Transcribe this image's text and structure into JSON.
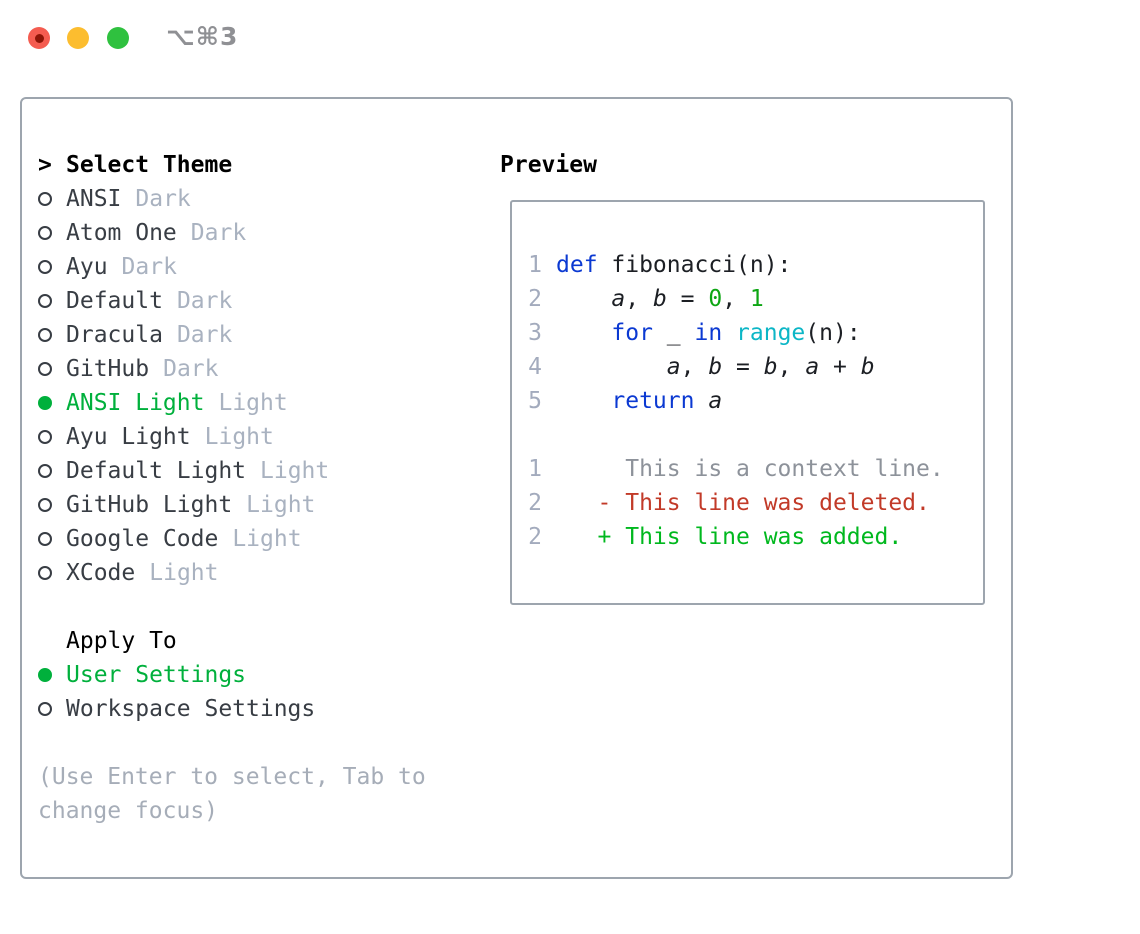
{
  "window": {
    "title": "⌥⌘3",
    "controls": [
      {
        "name": "close-button",
        "color": "#f45c50"
      },
      {
        "name": "minimize-button",
        "color": "#fcbd2f"
      },
      {
        "name": "maximize-button",
        "color": "#2fc13f"
      }
    ]
  },
  "theme_panel": {
    "header_prefix": ">",
    "header_label": "Select Theme",
    "themes": [
      {
        "label": "ANSI",
        "tag": "Dark",
        "selected": false
      },
      {
        "label": "Atom One",
        "tag": "Dark",
        "selected": false
      },
      {
        "label": "Ayu",
        "tag": "Dark",
        "selected": false
      },
      {
        "label": "Default",
        "tag": "Dark",
        "selected": false
      },
      {
        "label": "Dracula",
        "tag": "Dark",
        "selected": false
      },
      {
        "label": "GitHub",
        "tag": "Dark",
        "selected": false
      },
      {
        "label": "ANSI Light",
        "tag": "Light",
        "selected": true
      },
      {
        "label": "Ayu Light",
        "tag": "Light",
        "selected": false
      },
      {
        "label": "Default Light",
        "tag": "Light",
        "selected": false
      },
      {
        "label": "GitHub Light",
        "tag": "Light",
        "selected": false
      },
      {
        "label": "Google Code",
        "tag": "Light",
        "selected": false
      },
      {
        "label": "XCode",
        "tag": "Light",
        "selected": false
      }
    ],
    "apply_to": {
      "header": "Apply To",
      "options": [
        {
          "label": "User Settings",
          "selected": true
        },
        {
          "label": "Workspace Settings",
          "selected": false
        }
      ]
    },
    "help_lines": [
      "(Use Enter to select, Tab to",
      "change focus)"
    ]
  },
  "preview": {
    "header": "Preview",
    "code_lines": [
      {
        "num": "1",
        "tokens": [
          {
            "t": "def",
            "c": "kw"
          },
          {
            "t": " fibonacci(n):",
            "c": "fg"
          }
        ]
      },
      {
        "num": "2",
        "tokens": [
          {
            "t": "    ",
            "c": "fg"
          },
          {
            "t": "a",
            "c": "var"
          },
          {
            "t": ", ",
            "c": "fg"
          },
          {
            "t": "b",
            "c": "var"
          },
          {
            "t": " = ",
            "c": "fg"
          },
          {
            "t": "0",
            "c": "num"
          },
          {
            "t": ", ",
            "c": "fg"
          },
          {
            "t": "1",
            "c": "num"
          }
        ]
      },
      {
        "num": "3",
        "tokens": [
          {
            "t": "    ",
            "c": "fg"
          },
          {
            "t": "for",
            "c": "kw"
          },
          {
            "t": " _ ",
            "c": "fg"
          },
          {
            "t": "in",
            "c": "kw"
          },
          {
            "t": " ",
            "c": "fg"
          },
          {
            "t": "range",
            "c": "fn"
          },
          {
            "t": "(n):",
            "c": "fg"
          }
        ]
      },
      {
        "num": "4",
        "tokens": [
          {
            "t": "        ",
            "c": "fg"
          },
          {
            "t": "a",
            "c": "var"
          },
          {
            "t": ", ",
            "c": "fg"
          },
          {
            "t": "b",
            "c": "var"
          },
          {
            "t": " = ",
            "c": "fg"
          },
          {
            "t": "b",
            "c": "var"
          },
          {
            "t": ", ",
            "c": "fg"
          },
          {
            "t": "a",
            "c": "var"
          },
          {
            "t": " + ",
            "c": "fg"
          },
          {
            "t": "b",
            "c": "var"
          }
        ]
      },
      {
        "num": "5",
        "tokens": [
          {
            "t": "    ",
            "c": "fg"
          },
          {
            "t": "return",
            "c": "kw"
          },
          {
            "t": " ",
            "c": "fg"
          },
          {
            "t": "a",
            "c": "var"
          }
        ]
      },
      {
        "num": "",
        "tokens": []
      },
      {
        "num": "1",
        "tokens": [
          {
            "t": "     This is a context line.",
            "c": "ctx"
          }
        ]
      },
      {
        "num": "2",
        "tokens": [
          {
            "t": "   - This line was deleted.",
            "c": "del"
          }
        ]
      },
      {
        "num": "2",
        "tokens": [
          {
            "t": "   + This line was added.",
            "c": "add"
          }
        ]
      }
    ]
  },
  "colors": {
    "tl-red": "#f45c50",
    "tl-red-dot": "#8d1507",
    "tl-yellow": "#fcbd2f",
    "tl-green": "#2fc13f",
    "title-gray": "#8f9094",
    "border-gray": "#9da5ae",
    "header-text": "#000000",
    "item-text": "#383d44",
    "tag-gray": "#a9b2c0",
    "ui-green": "#00b03c",
    "help-gray": "#a6adb8",
    "ln-gray": "#a3abbd",
    "code-fg": "#1c1f24",
    "kw-blue": "#0b39d2",
    "fn-cyan": "#0cb6c6",
    "num-green": "#0da613",
    "ctx-gray": "#8d929a",
    "del-red": "#c23a28",
    "add-green": "#00b81e"
  }
}
